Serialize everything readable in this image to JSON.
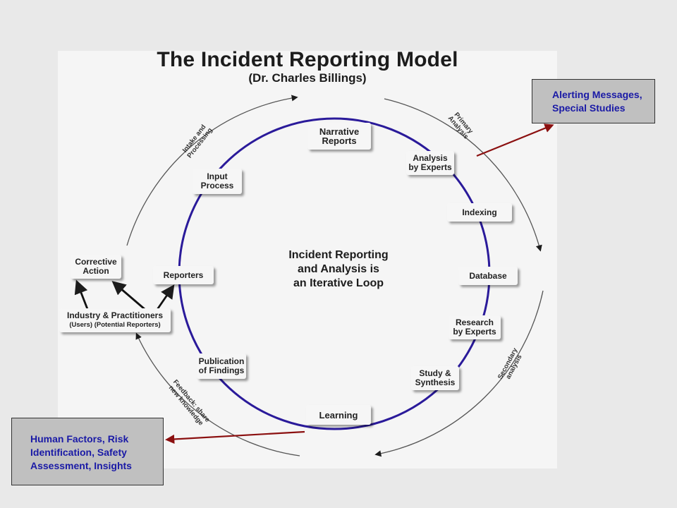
{
  "title": "The Incident Reporting Model",
  "subtitle": "(Dr. Charles Billings)",
  "center": "Incident Reporting\nand Analysis is\nan Iterative Loop",
  "nodes": {
    "narrative": "Narrative\nReports",
    "analysis": "Analysis\nby Experts",
    "indexing": "Indexing",
    "database": "Database",
    "research": "Research\nby Experts",
    "study": "Study &\nSynthesis",
    "learning": "Learning",
    "publication": "Publication\nof Findings",
    "reporters": "Reporters",
    "input": "Input\nProcess",
    "corrective": "Corrective\nAction",
    "industry": "Industry & Practitioners",
    "industry_sub": "(Users)  (Potential Reporters)"
  },
  "arc_labels": {
    "intake": "Intake and\nProcessing",
    "primary": "Primary\nAnalysis",
    "secondary": "Secondary\nanalysis",
    "feedback": "Feedback: share\nnew knowledge"
  },
  "notes": {
    "alerting": "Alerting Messages,\nSpecial Studies",
    "human": "Human Factors, Risk\nIdentification,  Safety\nAssessment, Insights"
  },
  "colors": {
    "loop": "#2a1a9a",
    "callout_arrow": "#8b1010",
    "note_text": "#1a1aa6",
    "note_bg": "#c0c0c0"
  }
}
